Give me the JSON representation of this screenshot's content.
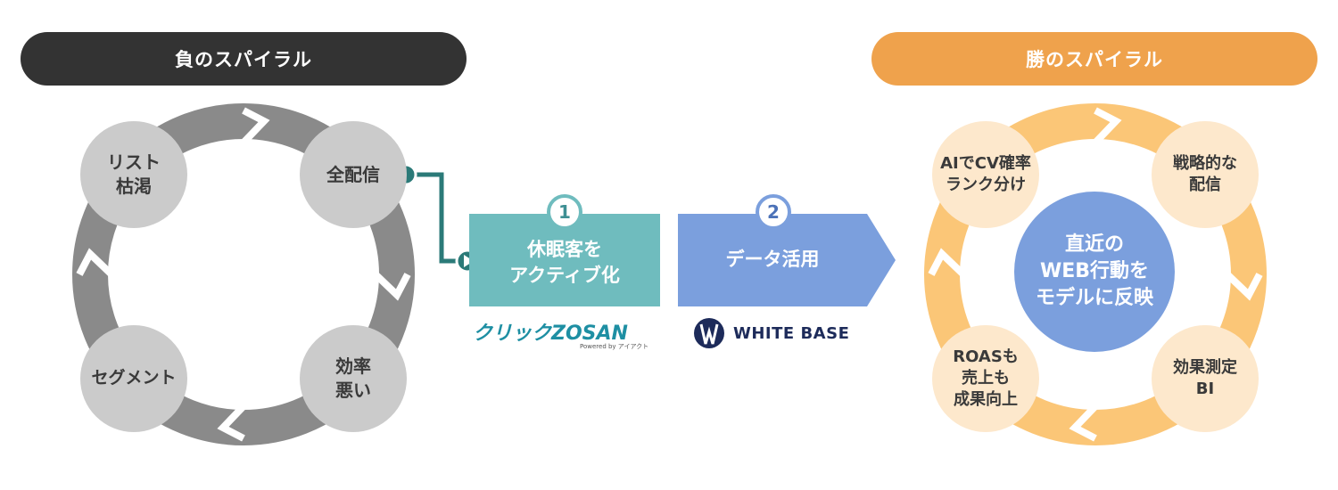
{
  "negative_spiral": {
    "title": "負のスパイラル",
    "nodes": [
      {
        "label": "リスト\n枯渇"
      },
      {
        "label": "全配信"
      },
      {
        "label": "効率\n悪い"
      },
      {
        "label": "セグメント"
      }
    ]
  },
  "winning_spiral": {
    "title": "勝のスパイラル",
    "nodes": [
      {
        "label": "AIでCV確率\nランク分け"
      },
      {
        "label": "戦略的な\n配信"
      },
      {
        "label": "効果測定\nBI"
      },
      {
        "label": "ROASも\n売上も\n成果向上"
      }
    ],
    "center": "直近の\nWEB行動を\nモデルに反映"
  },
  "steps": [
    {
      "number": "1",
      "label": "休眠客を\nアクティブ化",
      "logo": "クリックZOSAN",
      "logo_sub": "Powered by アイアクト"
    },
    {
      "number": "2",
      "label": "データ活用",
      "logo": "WHITE BASE"
    }
  ],
  "colors": {
    "dark": "#333333",
    "orange": "#efa24c",
    "grey_ring": "#8a8a8a",
    "grey_node": "#cbcbcb",
    "orange_ring": "#fbc677",
    "orange_node": "#fde8cc",
    "teal": "#6fbcbe",
    "teal_dark": "#2b7a78",
    "blue": "#7b9fdd"
  }
}
